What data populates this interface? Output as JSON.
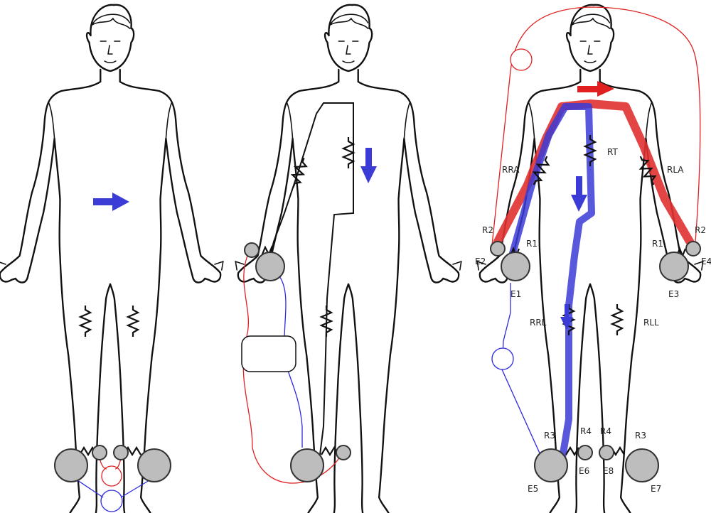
{
  "colors": {
    "current_red": "#e02020",
    "current_blue": "#3b3bd6",
    "wire_red": "#e02020",
    "wire_blue": "#2a2ae0",
    "electrode_fill": "#bdbdbd"
  },
  "panel3": {
    "resistor_labels": {
      "rra": "RRA",
      "rla": "RLA",
      "rt": "RT",
      "rrl": "RRL",
      "rll": "RLL"
    },
    "contact_labels": {
      "r2_left": "R2",
      "r1_left": "R1",
      "r1_right": "R1",
      "r2_right": "R2",
      "r3_left": "R3",
      "r4_left": "R4",
      "r4_right": "R4",
      "r3_right": "R3"
    },
    "electrode_labels": {
      "e1": "E1",
      "e2": "E2",
      "e3": "E3",
      "e4": "E4",
      "e5": "E5",
      "e6": "E6",
      "e7": "E7",
      "e8": "E8"
    }
  }
}
